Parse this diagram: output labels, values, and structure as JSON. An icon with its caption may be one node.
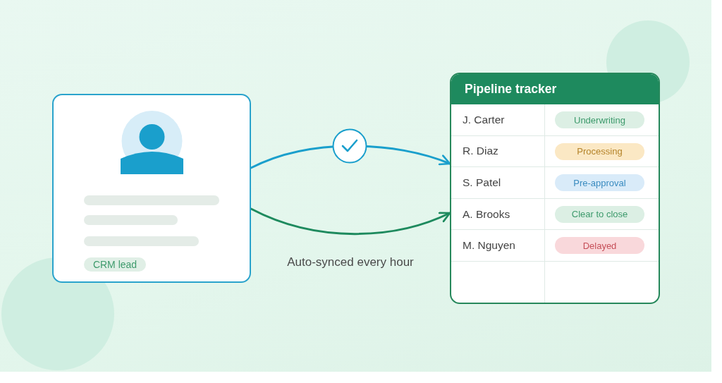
{
  "diagram": {
    "nodes": [
      {
        "text": [],
        "shape": "box"
      },
      {
        "text": [
          "CRM lead"
        ],
        "in": 0
      },
      {
        "text": [
          "Pipeline tracker",
          "J. Carter",
          "R. Diaz",
          "S. Patel",
          "A. Brooks",
          "M. Nguyen"
        ]
      },
      {
        "text": [
          "Underwriting"
        ],
        "in": 2
      },
      {
        "text": [
          "Processing"
        ],
        "in": 2
      },
      {
        "text": [
          "Pre-approval"
        ],
        "in": 2
      },
      {
        "text": [
          "Clear to close"
        ],
        "in": 2
      },
      {
        "text": [
          "Delayed"
        ],
        "in": 2
      }
    ],
    "edges": [
      {
        "from": 0,
        "to": 2,
        "arrow": "to",
        "color": "#1a9fcc"
      },
      {
        "from": 0,
        "to": 2,
        "arrow": "to",
        "color": "#1e8a5e"
      }
    ],
    "labels": [
      "Auto-synced every hour"
    ]
  }
}
